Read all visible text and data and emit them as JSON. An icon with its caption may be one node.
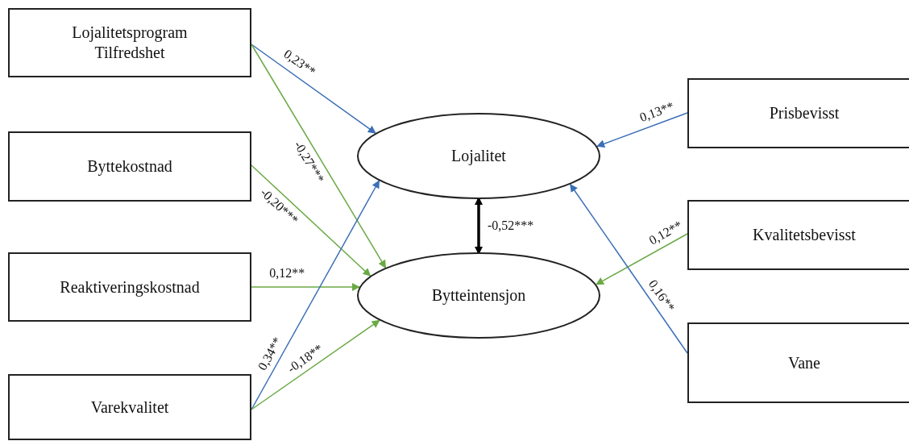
{
  "diagram": {
    "nodes": [
      {
        "text": [
          "Lojalitetsprogram Tilfredshet"
        ]
      },
      {
        "text": [
          "Byttekostnad"
        ]
      },
      {
        "text": [
          "Reaktiveringskostnad"
        ]
      },
      {
        "text": [
          "Varekvalitet"
        ]
      },
      {
        "text": [
          "Lojalitet"
        ]
      },
      {
        "text": [
          "Bytteintensjon"
        ]
      },
      {
        "text": [
          "Prisbevisst"
        ]
      },
      {
        "text": [
          "Kvalitetsbevisst"
        ]
      },
      {
        "text": [
          "Vane"
        ]
      }
    ],
    "edges": [
      {
        "from": 0,
        "to": 4,
        "arrow": "to",
        "label": "0,23**",
        "color": "#3b6fb6"
      },
      {
        "from": 0,
        "to": 5,
        "arrow": "to",
        "label": "-0,27***"
      },
      {
        "from": 1,
        "to": 5,
        "arrow": "to",
        "label": "-0,20***"
      },
      {
        "from": 2,
        "to": 5,
        "arrow": "to",
        "label": "0,12**"
      },
      {
        "from": 3,
        "to": 4,
        "arrow": "to",
        "label": "0,34**",
        "color": "#3b6fb6"
      },
      {
        "from": 3,
        "to": 5,
        "arrow": "to",
        "label": "-0,18**"
      },
      {
        "from": 6,
        "to": 4,
        "arrow": "to",
        "label": "0,13**",
        "color": "#3b6fb6"
      },
      {
        "from": 7,
        "to": 5,
        "arrow": "to",
        "label": "0,12**"
      },
      {
        "from": 8,
        "to": 4,
        "arrow": "to",
        "label": "0,16**",
        "color": "#3b6fb6"
      },
      {
        "from": 5,
        "to": 4,
        "arrow": "both",
        "label": "-0,52***",
        "color": "#000000",
        "style": "thick"
      }
    ]
  }
}
